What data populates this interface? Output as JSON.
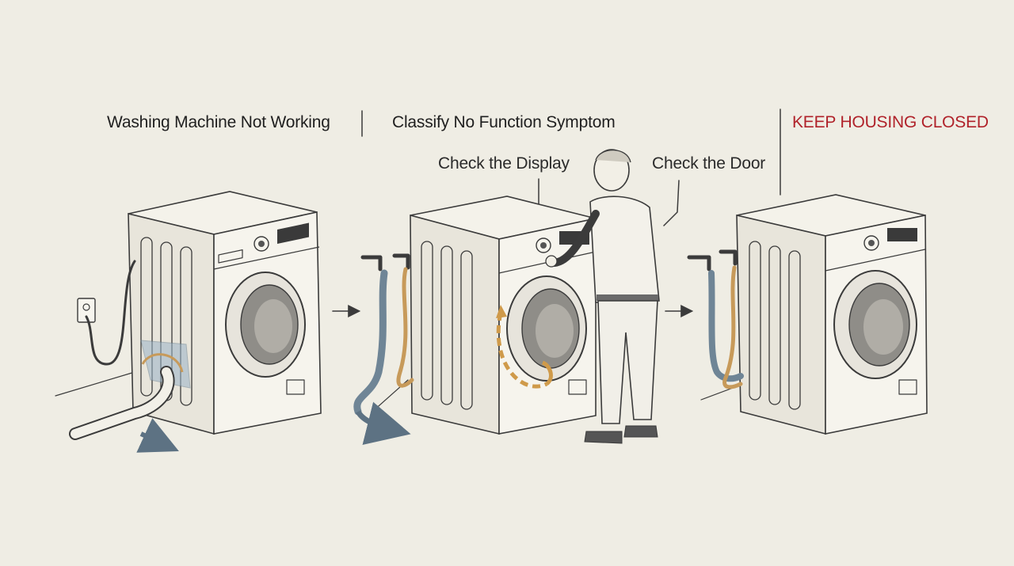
{
  "headers": {
    "step1": "Washing Machine Not Working",
    "step2": "Classify No Function Symptom",
    "step3": "KEEP HOUSING CLOSED"
  },
  "callouts": {
    "display": "Check the Display",
    "door": "Check the Door"
  },
  "colors": {
    "background": "#efede4",
    "warning": "#b0222a",
    "hose_blue": "#6f8596",
    "hose_tan": "#c79a5a",
    "arrow_blue": "#5d7283",
    "rotate_arrow": "#cf9a4a"
  },
  "icons": [
    "power-outlet-icon",
    "water-tap-icon",
    "drain-hose-icon",
    "flow-arrow-icon",
    "rotate-arrow-icon",
    "technician-figure"
  ]
}
